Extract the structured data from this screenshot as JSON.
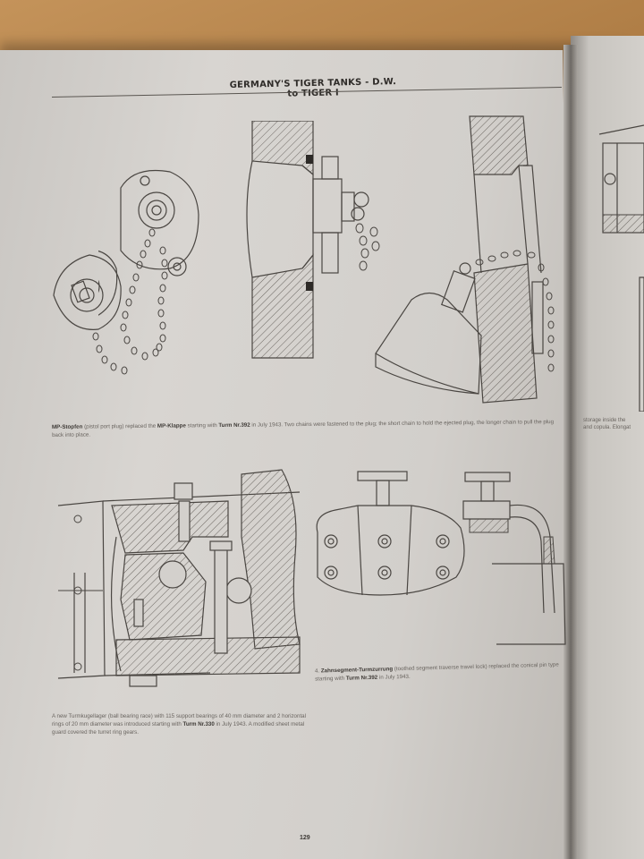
{
  "book": {
    "running_head": "GERMANY'S TIGER TANKS - D.W. to TIGER I",
    "page_number": "129"
  },
  "captions": {
    "mp_stopfen": {
      "term1": "MP-Stopfen",
      "text1": " (pistol port plug) replaced the ",
      "term2": "MP-Klappe",
      "text2": " starting with ",
      "term3": "Turm Nr.392",
      "text3": " in July 1943. Two chains were fastened to the plug; the short chain to hold the ejected plug, the longer chain to pull the plug back into place."
    },
    "turret_bearing": {
      "text1": "A new Turmkugellager (ball bearing race) with 115 support bearings of 40 mm diameter and 2 horizontal rings of 20 mm diameter was introduced starting with ",
      "term1": "Turm Nr.330",
      "text2": " in July 1943. A modified sheet metal guard covered the turret ring gears."
    },
    "zahnsegment": {
      "prefix": "4. ",
      "term1": "Zahnsegment-Turmzurrung",
      "text1": " (toothed segment traverse travel lock) replaced the conical pin type starting with ",
      "term2": "Turm Nr.392",
      "text2": " in July 1943."
    },
    "right_page_fragment": {
      "line1": "storage inside the",
      "line2": "and copula. Elongat"
    }
  },
  "colors": {
    "ink": "#4a4642",
    "hatch": "#6b6661",
    "paper": "#d3d0cc"
  }
}
